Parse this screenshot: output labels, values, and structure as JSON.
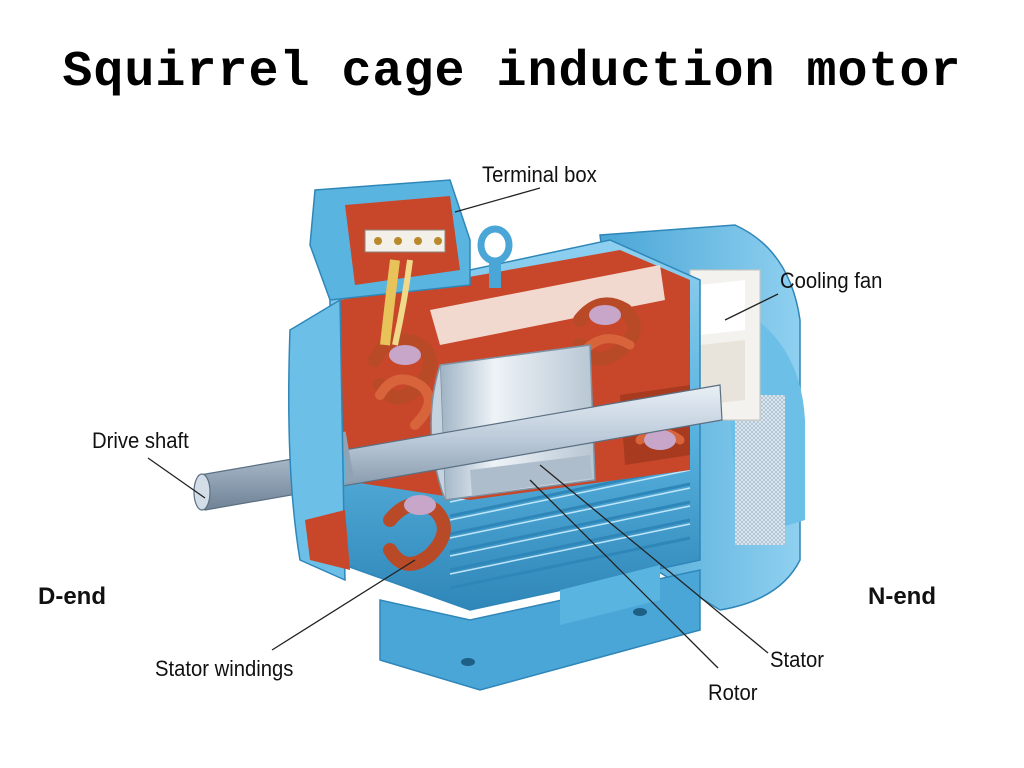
{
  "title": "Squirrel cage induction motor",
  "labels": {
    "terminal_box": "Terminal box",
    "cooling_fan": "Cooling fan",
    "drive_shaft": "Drive shaft",
    "stator_windings": "Stator windings",
    "stator": "Stator",
    "rotor": "Rotor",
    "d_end": "D-end",
    "n_end": "N-end"
  },
  "colors": {
    "housing_blue": "#5ab4e0",
    "housing_light": "#a8dcf4",
    "housing_dark": "#2f86b8",
    "interior_red": "#c8472a",
    "winding_copper": "#b84a28",
    "shaft_steel": "#b9c8d8",
    "rotor_light": "#dfe8f0"
  }
}
